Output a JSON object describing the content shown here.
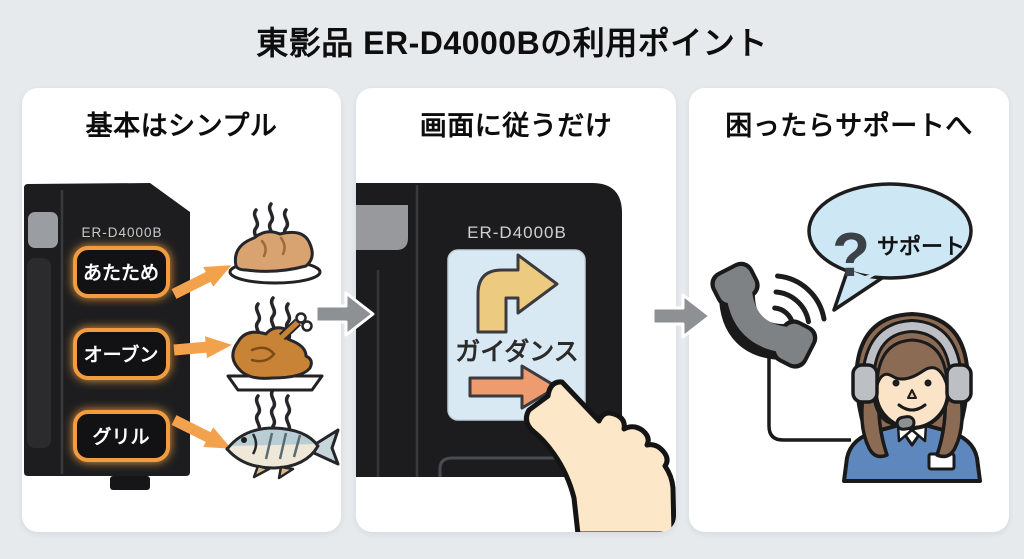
{
  "title": "東影品 ER-D4000Bの利用ポイント",
  "panels": {
    "simple": {
      "heading": "基本はシンプル",
      "device_label": "ER-D4000B",
      "buttons": [
        {
          "label": "あたため",
          "food": "steamed-dish"
        },
        {
          "label": "オーブン",
          "food": "roast-chicken"
        },
        {
          "label": "グリル",
          "food": "grilled-fish"
        }
      ]
    },
    "guidance": {
      "heading": "画面に従うだけ",
      "device_label": "ER-D4000B",
      "screen_label": "ガイダンス"
    },
    "support": {
      "heading": "困ったらサポートへ",
      "bubble_question": "?",
      "bubble_label": "サポート"
    }
  },
  "colors": {
    "background": "#e6eaed",
    "panel": "#ffffff",
    "device_body": "#1c1c1e",
    "accent_orange": "#f2a24d",
    "button_glow": "#f39c3f",
    "screen_blue": "#d9e9f3",
    "turn_arrow_tan": "#ecca80",
    "next_arrow_orange": "#ee9b70",
    "bubble_blue": "#cde7f5",
    "flow_arrow_gray": "#8d9194",
    "phone_gray": "#7e8285",
    "shirt_blue": "#5e88bd",
    "hair_brown": "#8b6b54",
    "skin": "#fbe3c8"
  }
}
